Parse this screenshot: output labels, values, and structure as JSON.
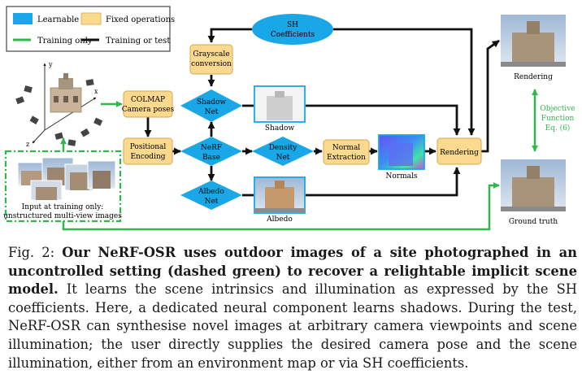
{
  "colors": {
    "learnable": "#1aa7e8",
    "fixed": "#fbd98f",
    "training_only": "#2db84a",
    "training_or_test": "#111111"
  },
  "legend": {
    "learnable": "Learnable",
    "fixed": "Fixed operations",
    "training_only": "Training only",
    "training_or_test": "Training or test"
  },
  "nodes": {
    "colmap": [
      "COLMAP",
      "Camera poses"
    ],
    "positional": [
      "Positional",
      "Encoding"
    ],
    "grayscale": [
      "Grayscale",
      "conversion"
    ],
    "sh": [
      "SH",
      "Coefficients"
    ],
    "shadow_net": [
      "Shadow",
      "Net"
    ],
    "nerf_base": [
      "NeRF",
      "Base"
    ],
    "albedo_net": [
      "Albedo",
      "Net"
    ],
    "density_net": [
      "Density",
      "Net"
    ],
    "normal_extraction": [
      "Normal",
      "Extraction"
    ],
    "rendering": "Rendering"
  },
  "labels": {
    "shadow": "Shadow",
    "albedo": "Albedo",
    "normals": "Normals",
    "rendering_img": "Rendering",
    "ground_truth": "Ground truth",
    "objective": [
      "Objective",
      "Function",
      "Eq. (6)"
    ],
    "input": [
      "Input at training only:",
      "unstructured multi-view images"
    ],
    "axis_y": "y",
    "axis_x": "x",
    "axis_z": "z"
  },
  "caption": {
    "prefix": "Fig. 2:",
    "bold": "Our NeRF-OSR uses outdoor images of a site photographed in an uncontrolled setting (dashed green) to recover a relightable implicit scene model.",
    "rest": "It learns the scene intrinsics and illumination as expressed by the SH coefficients. Here, a dedicated neural component learns shadows. During the test, NeRF-OSR can synthesise novel images at arbitrary camera viewpoints and scene illumination; the user directly supplies the desired camera pose and the scene illumination, either from an environment map or via SH coefficients."
  }
}
